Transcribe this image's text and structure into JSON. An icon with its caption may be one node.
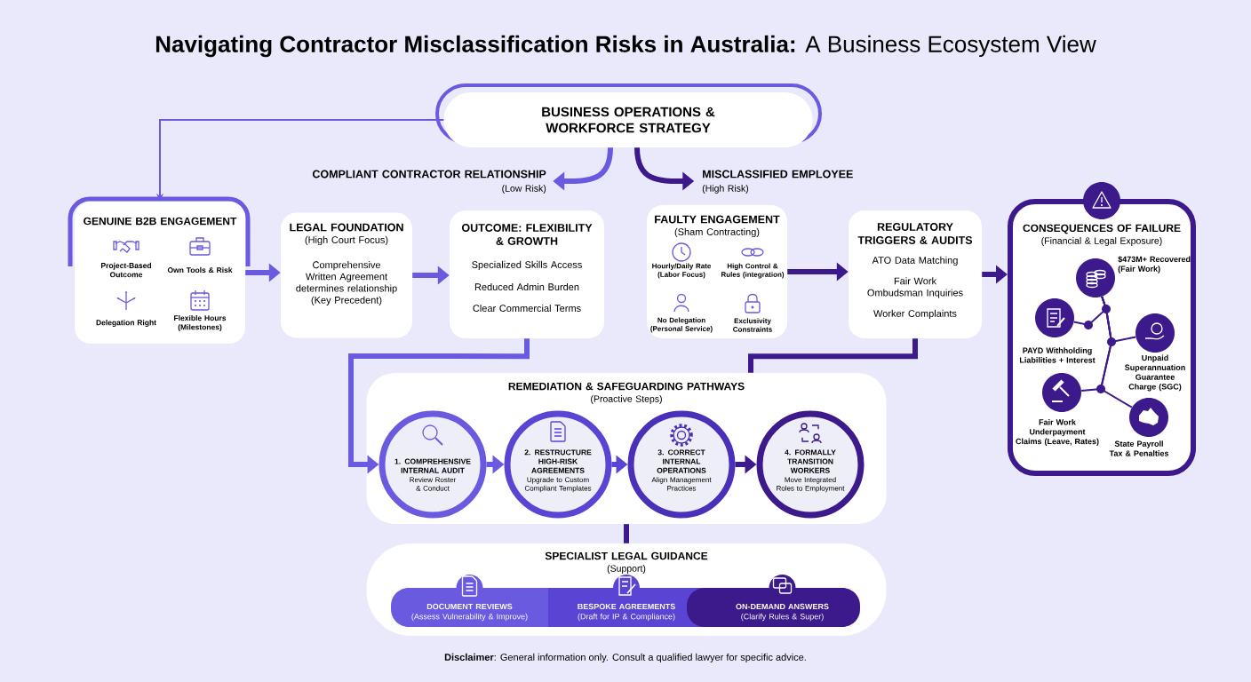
{
  "diagram": {
    "title": "**Navigating Contractor Misclassification Risks in Australia:** A Business Ecosystem View",
    "caption": "**Disclaimer**: General information only. Consult a qualified lawyer for specific advice.",
    "nodes": [
      {
        "text": [
          "BUSINESS OPERATIONS & WORKFORCE STRATEGY"
        ]
      },
      {
        "text": [
          "GENUINE B2B ENGAGEMENT",
          "Project-Based Outcome",
          "Own Tools & Risk",
          "Delegation Right",
          "Flexible Hours (Milestones)"
        ]
      },
      {
        "text": [
          "LEGAL FOUNDATION",
          "(High Court Focus)",
          "Comprehensive Written Agreement determines relationship (Key Precedent)"
        ]
      },
      {
        "text": [
          "OUTCOME: FLEXIBILITY & GROWTH",
          "Specialized Skills Access",
          "Reduced Admin Burden",
          "Clear Commercial Terms"
        ]
      },
      {
        "text": [
          "FAULTY ENGAGEMENT",
          "(Sham Contracting)",
          "Hourly/Daily Rate (Labor Focus)",
          "High Control & Rules (integration)",
          "No Delegation (Personal Service)",
          "Exclusivity Constraints"
        ]
      },
      {
        "text": [
          "REGULATORY TRIGGERS & AUDITS",
          "ATO Data Matching",
          "Fair Work Ombudsman Inquiries",
          "Worker Complaints"
        ]
      },
      {
        "text": [
          "CONSEQUENCES OF FAILURE",
          "(Financial & Legal Exposure)"
        ]
      },
      {
        "text": [],
        "shape": "circle",
        "in": 6,
        "beside": [
          "$473M+ Recovered (Fair Work)"
        ]
      },
      {
        "text": [],
        "shape": "circle",
        "in": 6,
        "beside": [
          "PAYD Withholding Liabilities + Interest"
        ]
      },
      {
        "text": [],
        "shape": "circle",
        "in": 6,
        "beside": [
          "Unpaid Superannuation Guarantee Charge (SGC)"
        ]
      },
      {
        "text": [],
        "shape": "circle",
        "in": 6,
        "beside": [
          "Fair Work Underpayment Claims (Leave, Rates)"
        ]
      },
      {
        "text": [],
        "shape": "circle",
        "in": 6,
        "beside": [
          "State Payroll Tax & Penalties"
        ]
      },
      {
        "text": [
          "REMEDIATION & SAFEGUARDING PATHWAYS",
          "(Proactive Steps)"
        ]
      },
      {
        "text": [
          "1. COMPREHENSIVE INTERNAL AUDIT",
          "Review Roster & Conduct"
        ],
        "in": 12
      },
      {
        "text": [
          "2. RESTRUCTURE HIGH-RISK AGREEMENTS",
          "Upgrade to Custom Compliant Templates"
        ],
        "in": 12
      },
      {
        "text": [
          "3. CORRECT INTERNAL OPERATIONS",
          "Align Management Practices"
        ],
        "in": 12
      },
      {
        "text": [
          "4. FORMALLY TRANSITION WORKERS",
          "Move Integrated Roles to Employment"
        ],
        "in": 12
      },
      {
        "text": [
          "SPECIALIST LEGAL GUIDANCE",
          "(Support)"
        ]
      },
      {
        "text": [
          "DOCUMENT REVIEWS",
          "(Assess Vulnerability & Improve)"
        ],
        "in": 17
      },
      {
        "text": [
          "BESPOKE AGREEMENTS",
          "(Draft for IP & Compliance)"
        ],
        "in": 17
      },
      {
        "text": [
          "ON-DEMAND ANSWERS",
          "(Clarify Rules & Super)"
        ],
        "in": 17
      },
      {
        "text": [
          "COMPLIANT CONTRACTOR RELATIONSHIP",
          "(Low Risk)"
        ]
      },
      {
        "text": [
          "MISCLASSIFIED EMPLOYEE",
          "(High Risk)"
        ]
      }
    ],
    "edges": [
      {
        "from": 0,
        "to": 1,
        "arrow": "to",
        "color": "#6a5ae0"
      },
      {
        "from": 0,
        "to": 21,
        "arrow": "to",
        "color": "#6a5ae0"
      },
      {
        "from": 0,
        "to": 22,
        "arrow": "to"
      },
      {
        "from": 1,
        "to": 2,
        "arrow": "to",
        "color": "#6a5ae0"
      },
      {
        "from": 2,
        "to": 3,
        "arrow": "to",
        "color": "#6a5ae0"
      },
      {
        "from": 4,
        "to": 5,
        "arrow": "to"
      },
      {
        "from": 5,
        "to": 6,
        "arrow": "to"
      },
      {
        "from": 3,
        "to": 13,
        "arrow": "to",
        "color": "#6a5ae0"
      },
      {
        "from": 5,
        "to": 12,
        "arrow": "none"
      },
      {
        "from": 13,
        "to": 14,
        "arrow": "to",
        "color": "#6a5ae0"
      },
      {
        "from": 14,
        "to": 15,
        "arrow": "to",
        "color": "#5a44d4"
      },
      {
        "from": 15,
        "to": 16,
        "arrow": "to"
      },
      {
        "from": 12,
        "to": 17,
        "arrow": "none"
      },
      {
        "from": 7,
        "to": 8,
        "arrow": "none"
      },
      {
        "from": 7,
        "to": 9,
        "arrow": "none"
      },
      {
        "from": 7,
        "to": 10,
        "arrow": "none"
      },
      {
        "from": 7,
        "to": 11,
        "arrow": "none"
      }
    ]
  }
}
